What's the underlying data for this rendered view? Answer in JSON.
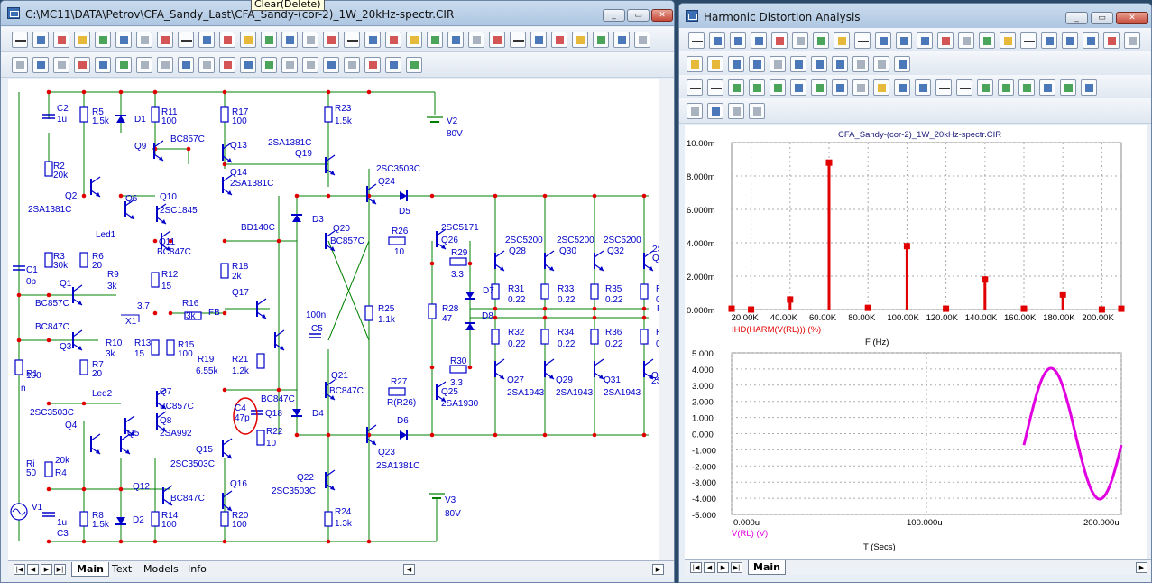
{
  "tooltip": "Clear(Delete)",
  "schematic_window": {
    "title": "C:\\MC11\\DATA\\Petrov\\CFA_Sandy_Last\\CFA_Sandy-(cor-2)_1W_20kHz-spectr.CIR",
    "tabs": [
      "Main",
      "Text",
      "Models",
      "Info"
    ],
    "active_tab": "Main"
  },
  "analysis_window": {
    "title": "Harmonic Distortion Analysis",
    "tabs": [
      "Main"
    ],
    "active_tab": "Main"
  },
  "schematic": {
    "labels": [
      {
        "t": "C2",
        "id": "c2"
      },
      {
        "t": "1u",
        "id": "c2v"
      },
      {
        "t": "R5",
        "id": "r5"
      },
      {
        "t": "1.5k",
        "id": "r5v"
      },
      {
        "t": "D1",
        "id": "d1"
      },
      {
        "t": "R11",
        "id": "r11"
      },
      {
        "t": "100",
        "id": "r11v"
      },
      {
        "t": "R17",
        "id": "r17"
      },
      {
        "t": "100",
        "id": "r17v"
      },
      {
        "t": "R23",
        "id": "r23"
      },
      {
        "t": "1.5k",
        "id": "r23v"
      },
      {
        "t": "V2",
        "id": "v2"
      },
      {
        "t": "80V",
        "id": "v2v"
      },
      {
        "t": "BC857C",
        "id": "q9m"
      },
      {
        "t": "Q9",
        "id": "q9"
      },
      {
        "t": "Q13",
        "id": "q13"
      },
      {
        "t": "2SA1381C",
        "id": "q19m"
      },
      {
        "t": "Q19",
        "id": "q19"
      },
      {
        "t": "R2",
        "id": "r2"
      },
      {
        "t": "20k",
        "id": "r2v"
      },
      {
        "t": "Q14",
        "id": "q14"
      },
      {
        "t": "2SA1381C",
        "id": "q14m"
      },
      {
        "t": "2SC3503C",
        "id": "q24m"
      },
      {
        "t": "Q24",
        "id": "q24"
      },
      {
        "t": "Q2",
        "id": "q2"
      },
      {
        "t": "Q6",
        "id": "q6"
      },
      {
        "t": "Q10",
        "id": "q10"
      },
      {
        "t": "2SC1845",
        "id": "q10m"
      },
      {
        "t": "2SA1381C",
        "id": "q2m"
      },
      {
        "t": "D5",
        "id": "d5"
      },
      {
        "t": "D3",
        "id": "d3"
      },
      {
        "t": "BD140C",
        "id": "bd140"
      },
      {
        "t": "Q20",
        "id": "q20"
      },
      {
        "t": "BC857C",
        "id": "q20m"
      },
      {
        "t": "Led1",
        "id": "led1"
      },
      {
        "t": "Q11",
        "id": "q11"
      },
      {
        "t": "BC847C",
        "id": "q11m"
      },
      {
        "t": "R26",
        "id": "r26"
      },
      {
        "t": "10",
        "id": "r26v"
      },
      {
        "t": "2SC5171",
        "id": "q26m"
      },
      {
        "t": "Q26",
        "id": "q26"
      },
      {
        "t": "R29",
        "id": "r29"
      },
      {
        "t": "3.3",
        "id": "r29v"
      },
      {
        "t": "2SC5200",
        "id": "q28m"
      },
      {
        "t": "Q28",
        "id": "q28"
      },
      {
        "t": "2SC5200",
        "id": "q30m"
      },
      {
        "t": "Q30",
        "id": "q30"
      },
      {
        "t": "2SC5200",
        "id": "q32m"
      },
      {
        "t": "Q32",
        "id": "q32"
      },
      {
        "t": "2S",
        "id": "q34m"
      },
      {
        "t": "Q3",
        "id": "q34"
      },
      {
        "t": "R3",
        "id": "r3"
      },
      {
        "t": "30k",
        "id": "r3v"
      },
      {
        "t": "R6",
        "id": "r6"
      },
      {
        "t": "20",
        "id": "r6v"
      },
      {
        "t": "R18",
        "id": "r18"
      },
      {
        "t": "2k",
        "id": "r18v"
      },
      {
        "t": "C1",
        "id": "c1"
      },
      {
        "t": "0p",
        "id": "c1v"
      },
      {
        "t": "R9",
        "id": "r9"
      },
      {
        "t": "3k",
        "id": "r9v"
      },
      {
        "t": "R12",
        "id": "r12"
      },
      {
        "t": "15",
        "id": "r12v"
      },
      {
        "t": "Q1",
        "id": "q1"
      },
      {
        "t": "3.7",
        "id": "x1v"
      },
      {
        "t": "Q17",
        "id": "q17"
      },
      {
        "t": "R16",
        "id": "r16"
      },
      {
        "t": "3k",
        "id": "r16v"
      },
      {
        "t": "FB",
        "id": "fb"
      },
      {
        "t": "BC857C",
        "id": "q1m"
      },
      {
        "t": "X1",
        "id": "x1"
      },
      {
        "t": "100n",
        "id": "c5v"
      },
      {
        "t": "C5",
        "id": "c5"
      },
      {
        "t": "R25",
        "id": "r25"
      },
      {
        "t": "1.1k",
        "id": "r25v"
      },
      {
        "t": "D7",
        "id": "d7"
      },
      {
        "t": "R31",
        "id": "r31"
      },
      {
        "t": "0.22",
        "id": "r31v"
      },
      {
        "t": "R33",
        "id": "r33"
      },
      {
        "t": "0.22",
        "id": "r33v"
      },
      {
        "t": "R35",
        "id": "r35"
      },
      {
        "t": "0.22",
        "id": "r35v"
      },
      {
        "t": "R28",
        "id": "r28"
      },
      {
        "t": "47",
        "id": "r28v"
      },
      {
        "t": "D8",
        "id": "d8"
      },
      {
        "t": "P",
        "id": "pcut"
      },
      {
        "t": "BC847C",
        "id": "q3m"
      },
      {
        "t": "Q3",
        "id": "q3"
      },
      {
        "t": "R10",
        "id": "r10"
      },
      {
        "t": "3k",
        "id": "r10v"
      },
      {
        "t": "R13",
        "id": "r13"
      },
      {
        "t": "15",
        "id": "r13v"
      },
      {
        "t": "R15",
        "id": "r15"
      },
      {
        "t": "100",
        "id": "r15v"
      },
      {
        "t": "R32",
        "id": "r32"
      },
      {
        "t": "0.22",
        "id": "r32v"
      },
      {
        "t": "R34",
        "id": "r34"
      },
      {
        "t": "0.22",
        "id": "r34v"
      },
      {
        "t": "R36",
        "id": "r36"
      },
      {
        "t": "0.22",
        "id": "r36v"
      },
      {
        "t": "R1",
        "id": "r1"
      },
      {
        "t": "100",
        "id": "r1v"
      },
      {
        "t": "R7",
        "id": "r7"
      },
      {
        "t": "20",
        "id": "r7v"
      },
      {
        "t": "R19",
        "id": "r19"
      },
      {
        "t": "6.55k",
        "id": "r19v"
      },
      {
        "t": "R21",
        "id": "r21"
      },
      {
        "t": "1.2k",
        "id": "r21v"
      },
      {
        "t": "R30",
        "id": "r30"
      },
      {
        "t": "3.3",
        "id": "r30v"
      },
      {
        "t": "Q21",
        "id": "q21"
      },
      {
        "t": "BC847C",
        "id": "q21m"
      },
      {
        "t": "R27",
        "id": "r27"
      },
      {
        "t": "R(R26)",
        "id": "r27v"
      },
      {
        "t": "Q27",
        "id": "q27"
      },
      {
        "t": "Q29",
        "id": "q29"
      },
      {
        "t": "Q31",
        "id": "q31"
      },
      {
        "t": "Q33",
        "id": "q33"
      },
      {
        "t": "2SA1943",
        "id": "q27m"
      },
      {
        "t": "2SA1943",
        "id": "q29m"
      },
      {
        "t": "2SA1943",
        "id": "q31m"
      },
      {
        "t": "2S",
        "id": "q33m"
      },
      {
        "t": "Led2",
        "id": "led2"
      },
      {
        "t": "Q7",
        "id": "q7"
      },
      {
        "t": "BC857C",
        "id": "q7m"
      },
      {
        "t": "2SC3503C",
        "id": "q4m"
      },
      {
        "t": "Q4",
        "id": "q4"
      },
      {
        "t": "Q8",
        "id": "q8"
      },
      {
        "t": "2SA992",
        "id": "q8m"
      },
      {
        "t": "Q5",
        "id": "q5"
      },
      {
        "t": "C4",
        "id": "c4"
      },
      {
        "t": "47p",
        "id": "c4v"
      },
      {
        "t": "BC847C",
        "id": "q18m"
      },
      {
        "t": "Q18",
        "id": "q18"
      },
      {
        "t": "Q25",
        "id": "q25"
      },
      {
        "t": "2SA1930",
        "id": "q25m"
      },
      {
        "t": "D4",
        "id": "d4"
      },
      {
        "t": "D6",
        "id": "d6"
      },
      {
        "t": "R22",
        "id": "r22"
      },
      {
        "t": "10",
        "id": "r22v"
      },
      {
        "t": "Q15",
        "id": "q15"
      },
      {
        "t": "2SC3503C",
        "id": "q15m"
      },
      {
        "t": "Q23",
        "id": "q23"
      },
      {
        "t": "2SA1381C",
        "id": "q23m"
      },
      {
        "t": "Ri",
        "id": "ri"
      },
      {
        "t": "50",
        "id": "riv"
      },
      {
        "t": "20k",
        "id": "r4v"
      },
      {
        "t": "R4",
        "id": "r4"
      },
      {
        "t": "Q12",
        "id": "q12"
      },
      {
        "t": "BC847C",
        "id": "q12m"
      },
      {
        "t": "Q16",
        "id": "q16"
      },
      {
        "t": "Q22",
        "id": "q22"
      },
      {
        "t": "2SC3503C",
        "id": "q22m"
      },
      {
        "t": "V3",
        "id": "v3"
      },
      {
        "t": "80V",
        "id": "v3v"
      },
      {
        "t": "V1",
        "id": "v1"
      },
      {
        "t": "1u",
        "id": "c3v"
      },
      {
        "t": "C3",
        "id": "c3"
      },
      {
        "t": "R8",
        "id": "r8"
      },
      {
        "t": "1.5k",
        "id": "r8v"
      },
      {
        "t": "D2",
        "id": "d2"
      },
      {
        "t": "R14",
        "id": "r14"
      },
      {
        "t": "100",
        "id": "r14v"
      },
      {
        "t": "R20",
        "id": "r20"
      },
      {
        "t": "100",
        "id": "r20v"
      },
      {
        "t": "R24",
        "id": "r24"
      },
      {
        "t": "1.3k",
        "id": "r24v"
      },
      {
        "t": "n",
        "id": "ncut"
      },
      {
        "t": "R3",
        "id": "r3x"
      },
      {
        "t": "0.",
        "id": "r3xv"
      },
      {
        "t": "R3",
        "id": "r3y"
      },
      {
        "t": "0.",
        "id": "r3yv"
      }
    ]
  },
  "chart_data": [
    {
      "type": "bar",
      "title": "CFA_Sandy-(cor-2)_1W_20kHz-spectr.CIR",
      "xlabel": "F (Hz)",
      "ylabel": "",
      "series_label": "IHD(HARM(V(RL))) (%)",
      "series_color": "#e00000",
      "xlim": [
        10000,
        210000
      ],
      "ylim": [
        0,
        0.01
      ],
      "x_ticks": [
        "20.00K",
        "40.00K",
        "60.00K",
        "80.00K",
        "100.00K",
        "120.00K",
        "140.00K",
        "160.00K",
        "180.00K",
        "200.00K"
      ],
      "y_ticks": [
        "0.000m",
        "2.000m",
        "4.000m",
        "6.000m",
        "8.000m",
        "10.00m"
      ],
      "x": [
        10000,
        20000,
        40000,
        60000,
        80000,
        100000,
        120000,
        140000,
        160000,
        180000,
        200000,
        210000
      ],
      "values": [
        5e-05,
        0,
        0.0006,
        0.0088,
        0.0001,
        0.0038,
        5e-05,
        0.0018,
        5e-05,
        0.0009,
        0,
        5e-05
      ],
      "grid": true
    },
    {
      "type": "line",
      "title": "",
      "xlabel": "T (Secs)",
      "ylabel": "",
      "series_label": "V(RL) (V)",
      "series_color": "#e000e0",
      "xlim": [
        0,
        0.0002
      ],
      "ylim": [
        -5,
        5
      ],
      "x_ticks": [
        "0.000u",
        "100.000u",
        "200.000u"
      ],
      "y_ticks": [
        "5.000",
        "4.000",
        "3.000",
        "2.000",
        "1.000",
        "0.000",
        "-1.000",
        "-2.000",
        "-3.000",
        "-4.000",
        "-5.000"
      ],
      "t_start": 0.00015,
      "t_end": 0.0002,
      "amplitude": 4.05,
      "frequency": 20000,
      "phase_deg": -10,
      "grid": true
    }
  ]
}
